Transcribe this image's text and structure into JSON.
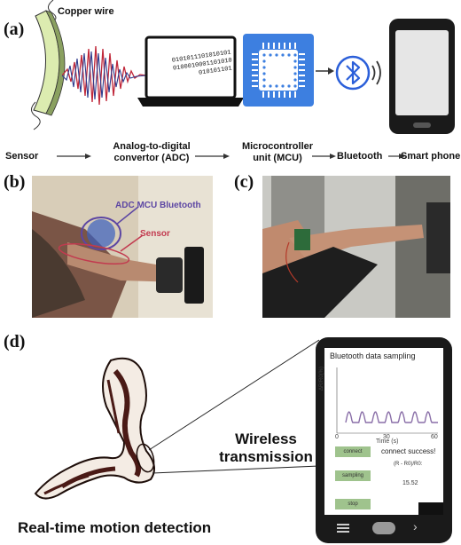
{
  "panel_labels": {
    "a": "(a)",
    "b": "(b)",
    "c": "(c)",
    "d": "(d)"
  },
  "top": {
    "copper_wire_label": "Copper wire",
    "binary_lines": [
      "0101011101010101",
      "0100010001101010",
      "010101101"
    ]
  },
  "flow": {
    "sensor": "Sensor",
    "adc": [
      "Analog-to-digital",
      "convertor (ADC)"
    ],
    "mcu": [
      "Microcontroller",
      "unit (MCU)"
    ],
    "bluetooth": "Bluetooth",
    "smartphone": "Smart phone"
  },
  "photo_b": {
    "label_adc_mcu_bt": "ADC MCU Bluetooth",
    "label_sensor": "Sensor"
  },
  "panel_d": {
    "wireless_line1": "Wireless",
    "wireless_line2": "transmission",
    "realtime": "Real-time motion detection",
    "app_title": "Bluetooth data sampling",
    "y_axis_label": "ΔR/R0(%)",
    "x_axis_label": "Time (s)",
    "x_ticks": [
      "0",
      "30",
      "60"
    ],
    "btn_connect": "connect",
    "connect_status": "connect success!",
    "btn_sampling": "sampling",
    "formula_text": "(R - R0)/R0:",
    "value_text": "15.52",
    "btn_stop": "stop"
  },
  "colors": {
    "bluetooth_blue": "#2b5fd9",
    "mcu_blue": "#3d7fe0",
    "app_signal": "#8a6fa8",
    "button_green": "#9fc38d",
    "muscle_dark": "#4a1a16"
  }
}
